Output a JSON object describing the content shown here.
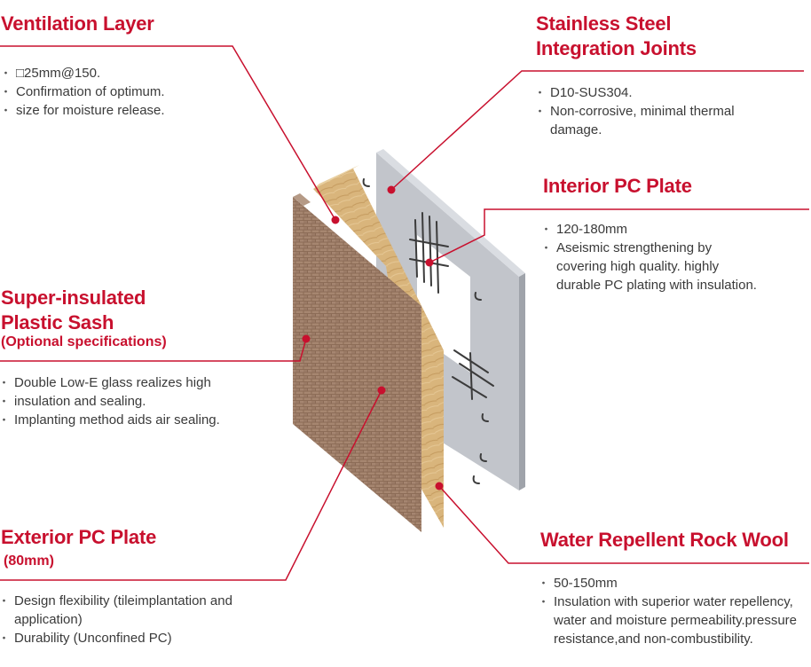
{
  "colors": {
    "accent": "#c8102e",
    "text": "#3a3a3a"
  },
  "ventilation": {
    "title": "Ventilation Layer",
    "bullets": [
      "□25mm@150.",
      "Confirmation of optimum.",
      "size for moisture release."
    ]
  },
  "joints": {
    "title_line1": "Stainless Steel",
    "title_line2": "Integration Joints",
    "bullets": [
      "D10-SUS304.",
      "Non-corrosive, minimal thermal damage."
    ]
  },
  "interior": {
    "title": "Interior PC Plate",
    "bullets": [
      "120-180mm",
      "Aseismic strengthening by covering high quality. highly durable PC plating with insulation."
    ]
  },
  "sash": {
    "title_line1": "Super-insulated",
    "title_line2": "Plastic Sash",
    "subtitle": "(Optional specifications)",
    "bullets": [
      "Double Low-E glass realizes high",
      "insulation and sealing.",
      "Implanting method aids air sealing."
    ]
  },
  "exterior": {
    "title": "Exterior PC Plate",
    "subtitle": "(80mm)",
    "bullets": [
      "Design flexibility (tileimplantation and application)",
      "Durability (Unconfined PC)"
    ]
  },
  "rockwool": {
    "title": "Water Repellent Rock Wool",
    "bullets": [
      "50-150mm",
      "Insulation with superior water repellency, water and moisture permeability.pressure resistance,and non-combustibility."
    ]
  }
}
